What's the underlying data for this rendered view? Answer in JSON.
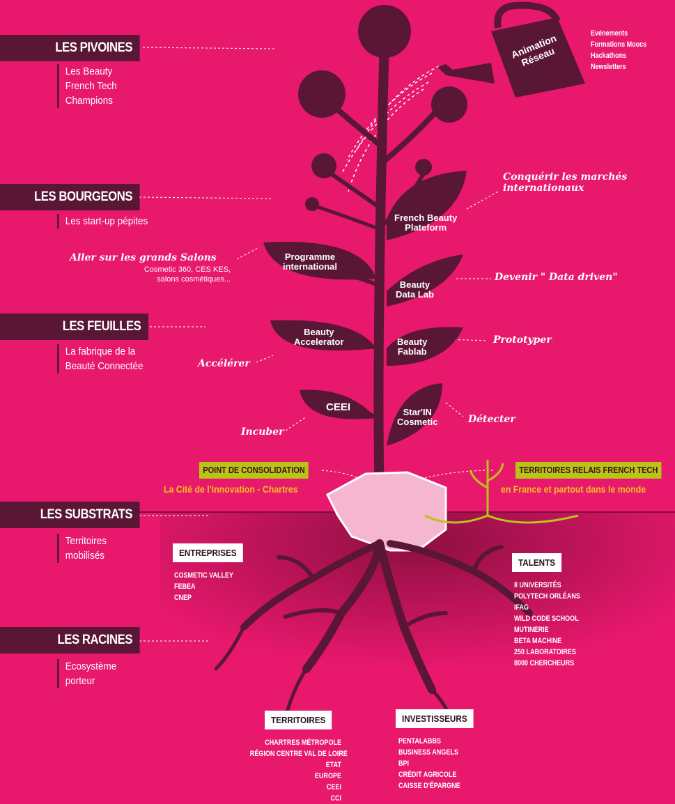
{
  "layers": [
    {
      "title": "LES PIVOINES",
      "lines": [
        "Les Beauty",
        "French Tech",
        "Champions"
      ]
    },
    {
      "title": "LES BOURGEONS",
      "lines": [
        "Les start-up pépites"
      ]
    },
    {
      "title": "LES FEUILLES",
      "lines": [
        "La fabrique de la",
        "Beauté Connectée"
      ]
    },
    {
      "title": "LES SUBSTRATS",
      "lines": [
        "Territoires",
        "mobilisés"
      ]
    },
    {
      "title": "LES RACINES",
      "lines": [
        "Ecosystème",
        "porteur"
      ]
    }
  ],
  "watering_can": {
    "label_line1": "Animation",
    "label_line2": "Réseau",
    "items": [
      "Evénements",
      "Formations Moocs",
      "Hackathons",
      "Newsletters"
    ]
  },
  "leaves": {
    "french_beauty": [
      "French Beauty",
      "Plateform"
    ],
    "programme": [
      "Programme",
      "international"
    ],
    "data_lab": [
      "Beauty",
      "Data Lab"
    ],
    "accelerator": [
      "Beauty",
      "Accelerator"
    ],
    "fablab": [
      "Beauty",
      "Fablab"
    ],
    "ceei": [
      "CEEI"
    ],
    "starin": [
      "Star'IN",
      "Cosmetic"
    ]
  },
  "actions": {
    "conquerir_1": "Conquérir les marchés",
    "conquerir_2": "internationaux",
    "salons": "Aller sur les grands Salons",
    "salons_sub_1": "Cosmetic 360, CES KES,",
    "salons_sub_2": "salons cosmétiques...",
    "data_driven": "Devenir \" Data driven\"",
    "prototyper": "Prototyper",
    "accelerer": "Accélérer",
    "incuber": "Incuber",
    "detecter": "Détecter"
  },
  "consolidation": {
    "box": "POINT DE CONSOLIDATION",
    "sub": "La Cité de l'Innovation - Chartres"
  },
  "territoires_relais": {
    "box": "TERRITOIRES RELAIS FRENCH TECH",
    "sub": "en France et partout dans le monde"
  },
  "roots": {
    "entreprises": {
      "title": "ENTREPRISES",
      "items": [
        "COSMETIC VALLEY",
        "FEBEA",
        "CNEP"
      ]
    },
    "talents": {
      "title": "TALENTS",
      "items": [
        "8 UNIVERSITÉS",
        "POLYTECH ORLÉANS",
        "IFAG",
        "WILD CODE SCHOOL",
        "MUTINERIE",
        "BETA MACHINE",
        "250 LABORATOIRES",
        "8000 CHERCHEURS"
      ]
    },
    "territoires": {
      "title": "TERRITOIRES",
      "items": [
        "CHARTRES MÉTROPOLE",
        "RÉGION CENTRE VAL DE LOIRE",
        "ETAT",
        "EUROPE",
        "CEEI",
        "CCI"
      ]
    },
    "investisseurs": {
      "title": "INVESTISSEURS",
      "items": [
        "PENTALABBS",
        "BUSINESS ANGELS",
        "BPI",
        "CRÉDIT AGRICOLE",
        "CAISSE D'ÉPARGNE"
      ]
    }
  },
  "colors": {
    "background": "#e8186d",
    "plant": "#5a1735",
    "soil": "#a8124f",
    "accent_green": "#b9c416",
    "accent_yellow": "#f3c21c"
  }
}
